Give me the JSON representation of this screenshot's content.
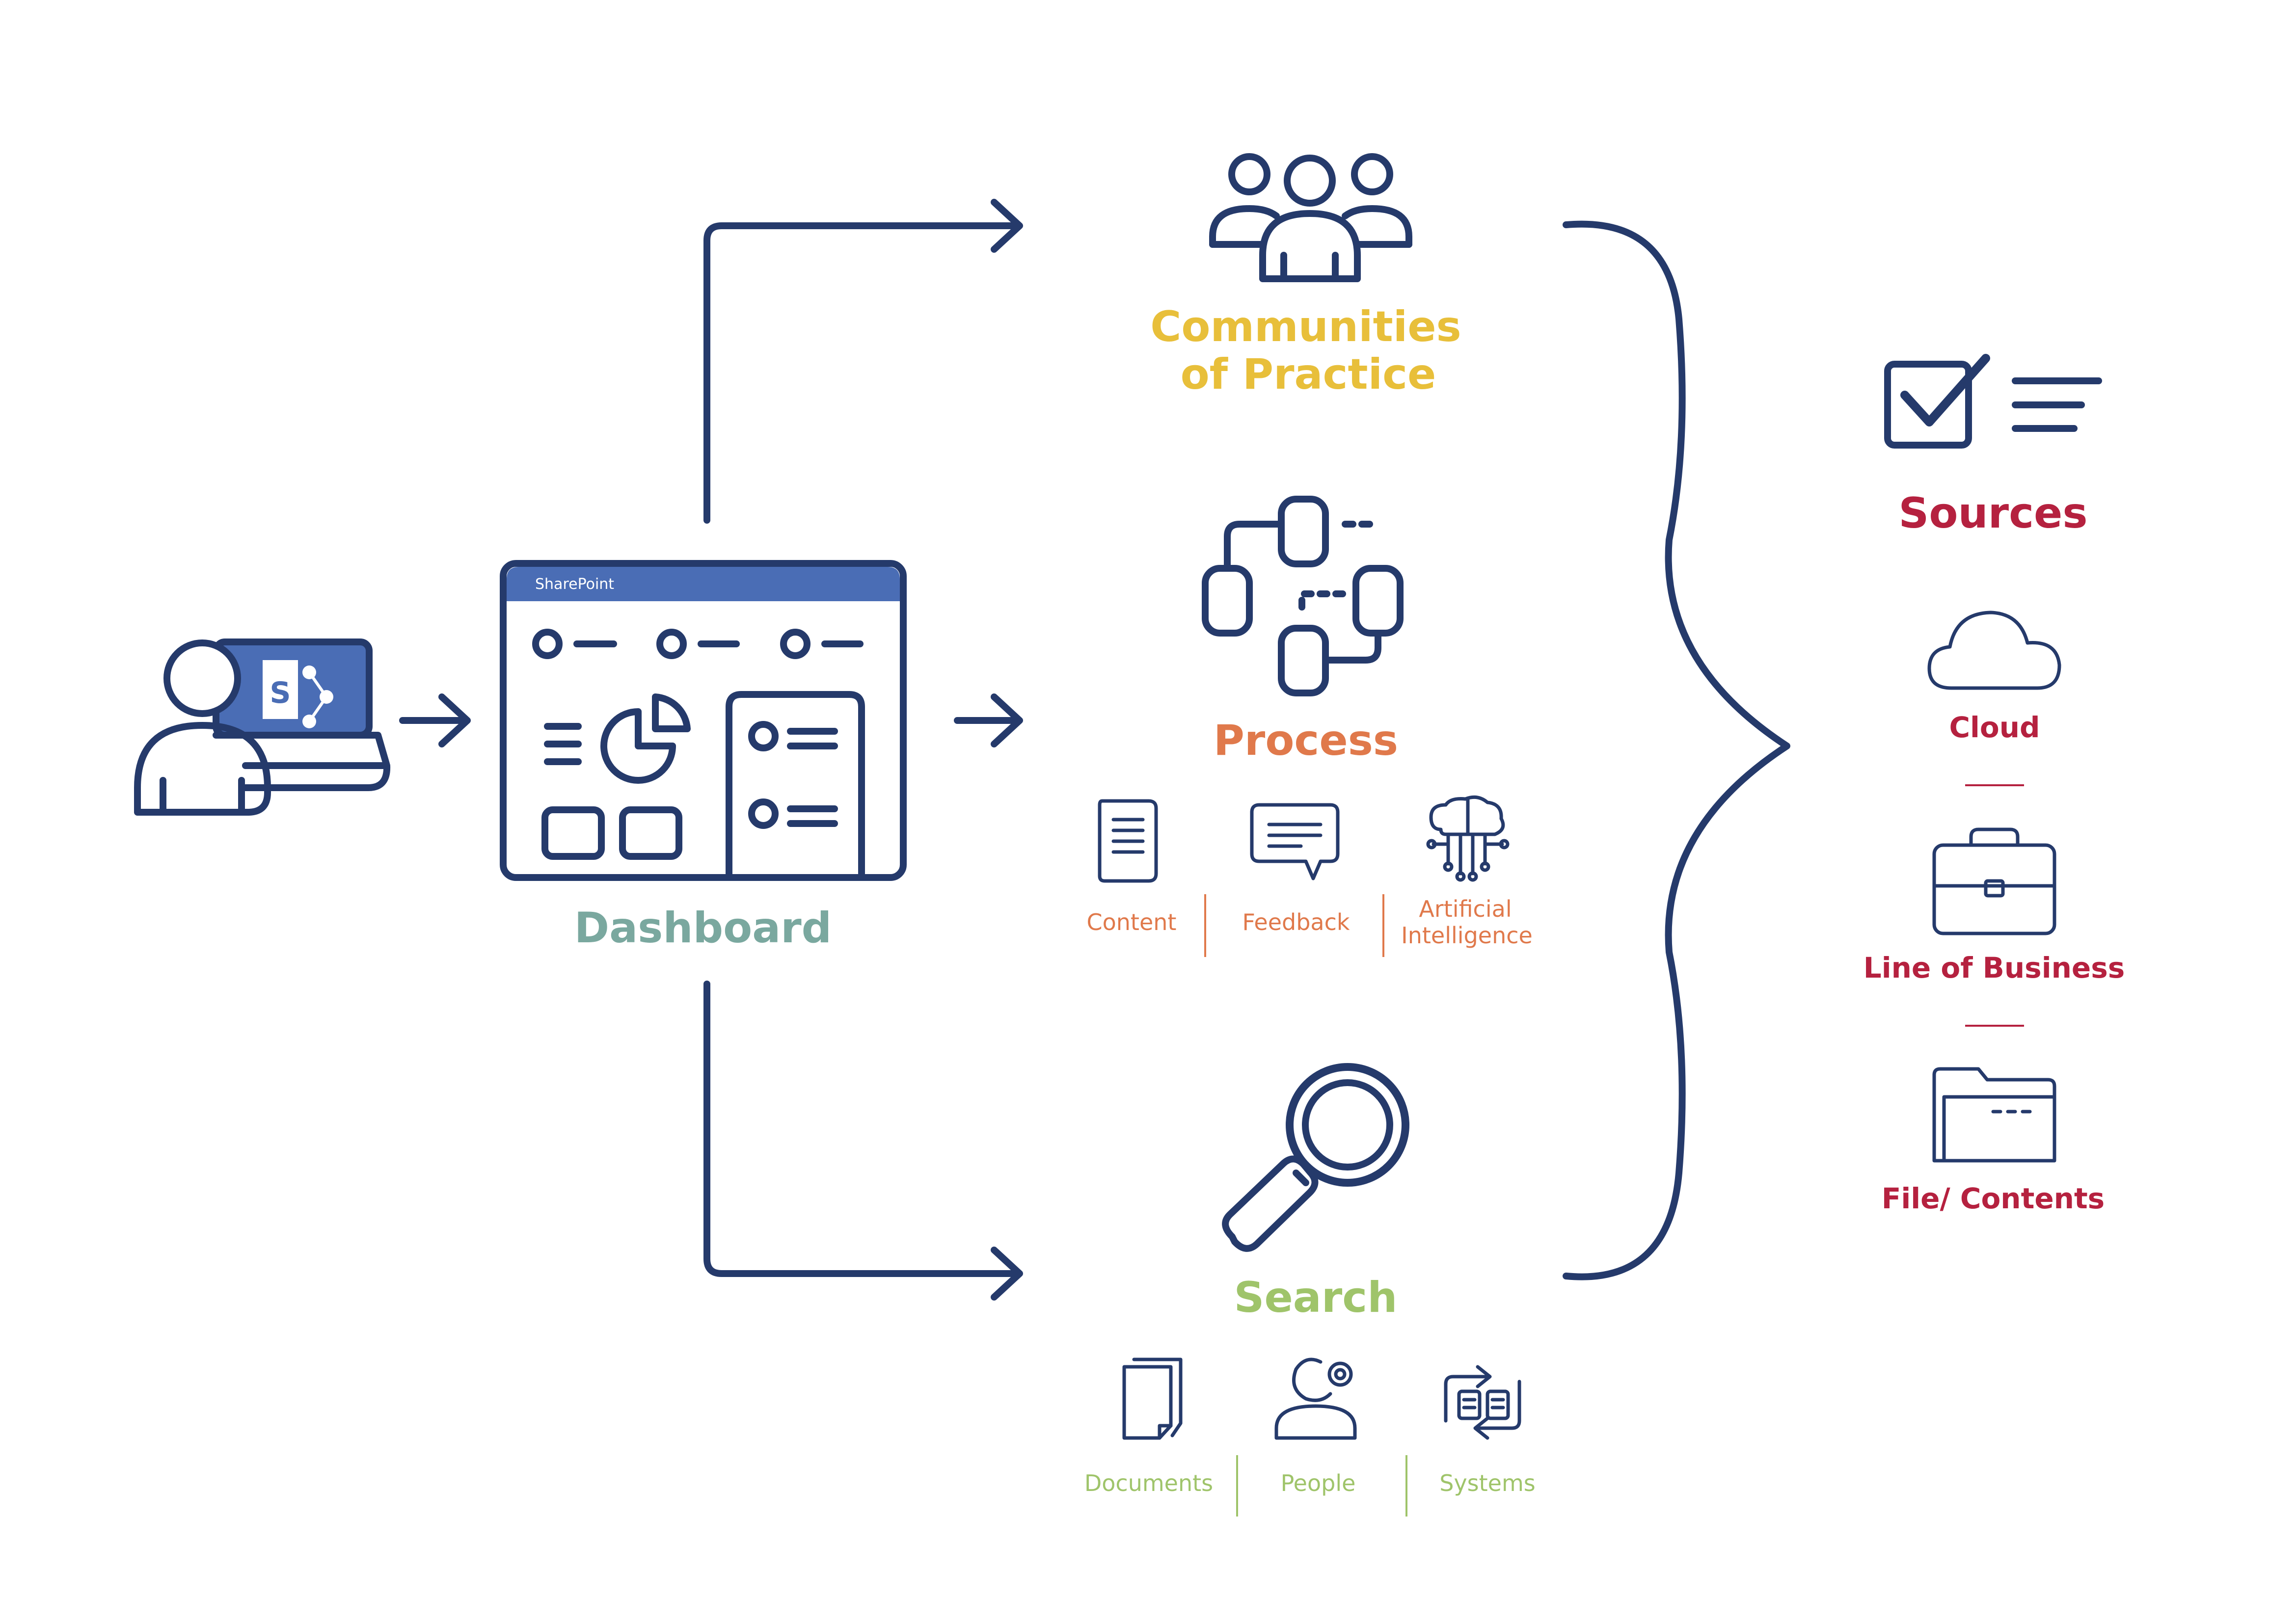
{
  "colors": {
    "navy": "#253a6b",
    "sharepoint_blue": "#4a6db5",
    "yellow": "#e8bf3a",
    "orange": "#e0794b",
    "teal": "#7aa89f",
    "green": "#9fc46a",
    "red": "#b5213f"
  },
  "user": {
    "icon": "user-laptop-sharepoint-icon"
  },
  "dashboard": {
    "window_title": "SharePoint",
    "label": "Dashboard"
  },
  "branches": {
    "communities": {
      "label_line1": "Communities",
      "label_line2": "of Practice",
      "icon": "group-icon"
    },
    "process": {
      "label": "Process",
      "icon": "process-flow-icon",
      "items": [
        {
          "label": "Content",
          "icon": "document-icon"
        },
        {
          "label": "Feedback",
          "icon": "speech-bubble-icon"
        },
        {
          "label_line1": "Artificial",
          "label_line2": "Intelligence",
          "icon": "ai-brain-icon"
        }
      ]
    },
    "search": {
      "label": "Search",
      "icon": "magnifier-icon",
      "items": [
        {
          "label": "Documents",
          "icon": "documents-icon"
        },
        {
          "label": "People",
          "icon": "person-gear-icon"
        },
        {
          "label": "Systems",
          "icon": "systems-sync-icon"
        }
      ]
    }
  },
  "sources": {
    "title": "Sources",
    "icon": "checklist-icon",
    "items": [
      {
        "label": "Cloud",
        "icon": "cloud-icon"
      },
      {
        "label": "Line of Business",
        "icon": "briefcase-icon"
      },
      {
        "label": "File/ Contents",
        "icon": "folder-icon"
      }
    ]
  }
}
